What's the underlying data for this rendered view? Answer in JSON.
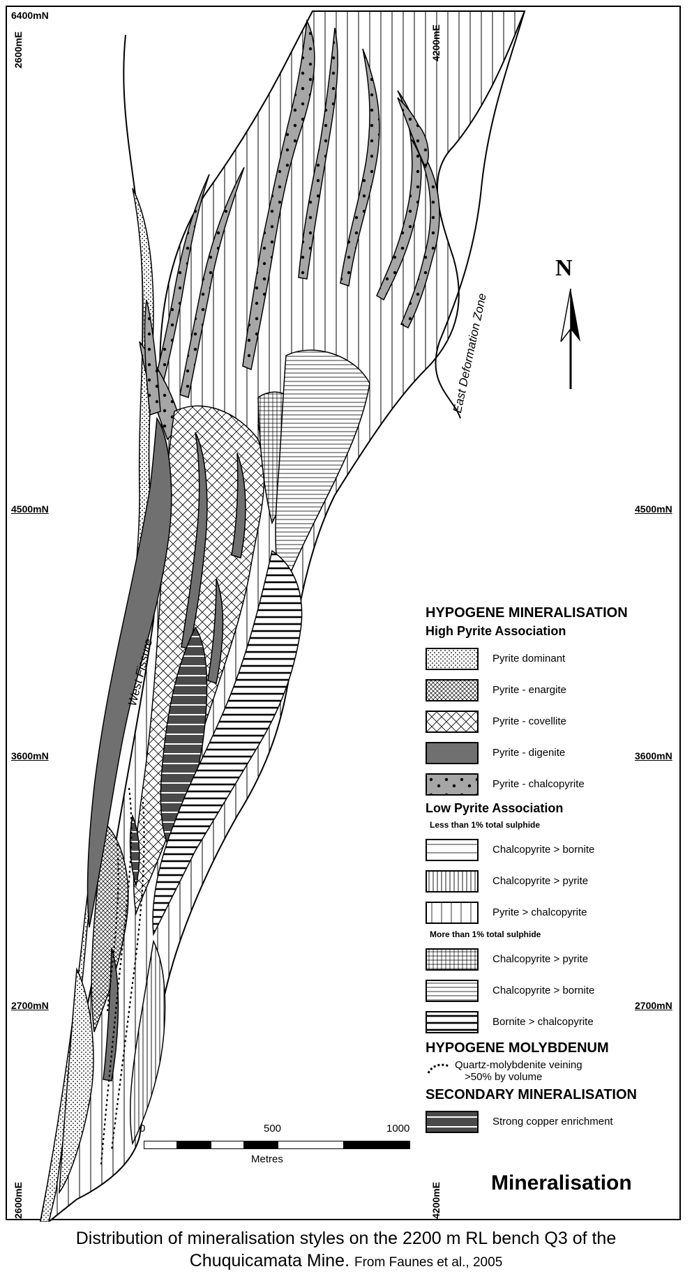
{
  "map": {
    "title": "Mineralisation",
    "grid_labels": {
      "top_left_vertical": "2600mE",
      "top_left_horizontal": "6400mN",
      "top_right_vertical": "4200mE",
      "bottom_left_vertical": "2600mE",
      "bottom_right_vertical": "4200mE",
      "n4500_left": "4500mN",
      "n4500_right": "4500mN",
      "n3600_left": "3600mN",
      "n3600_right": "3600mN",
      "n2700_left": "2700mN",
      "n2700_right": "2700mN"
    },
    "faults": {
      "west": "West Fissure",
      "east": "East Deformation Zone"
    },
    "north_arrow": {
      "label": "N",
      "icon": "north-arrow-icon"
    },
    "scale": {
      "labels": [
        "0",
        "500",
        "1000"
      ],
      "unit": "Metres"
    }
  },
  "legend": {
    "hypogene_title": "HYPOGENE MINERALISATION",
    "high_pyrite_title": "High Pyrite Association",
    "high_pyrite": [
      {
        "label": "Pyrite dominant",
        "pattern": "dots-fine"
      },
      {
        "label": "Pyrite - enargite",
        "pattern": "crosshatch-fine"
      },
      {
        "label": "Pyrite - covellite",
        "pattern": "crosshatch-wide"
      },
      {
        "label": "Pyrite - digenite",
        "pattern": "solid-grey"
      },
      {
        "label": "Pyrite - chalcopyrite",
        "pattern": "grey-dots"
      }
    ],
    "low_pyrite_title": "Low Pyrite Association",
    "less_title": "Less than 1% total sulphide",
    "less": [
      {
        "label": "Chalcopyrite > bornite",
        "pattern": "hlines-wide"
      },
      {
        "label": "Chalcopyrite > pyrite",
        "pattern": "vlines-close"
      },
      {
        "label": "Pyrite > chalcopyrite",
        "pattern": "vlines-wide"
      }
    ],
    "more_title": "More than 1% total sulphide",
    "more": [
      {
        "label": "Chalcopyrite > pyrite",
        "pattern": "grid-fine"
      },
      {
        "label": "Chalcopyrite > bornite",
        "pattern": "hlines-close"
      },
      {
        "label": "Bornite > chalcopyrite",
        "pattern": "hlines-bold"
      }
    ],
    "moly_title": "HYPOGENE MOLYBDENUM",
    "moly_item": "Quartz-molybdenite veining",
    "moly_item2": ">50% by volume",
    "secondary_title": "SECONDARY MINERALISATION",
    "secondary": [
      {
        "label": "Strong copper enrichment",
        "pattern": "dark-hlines"
      }
    ]
  },
  "caption": {
    "main_line1": "Distribution of mineralisation styles on the 2200 m RL bench Q3 of the",
    "main_line2": "Chuquicamata Mine.",
    "source": "From Faunes et al., 2005"
  },
  "colors": {
    "grey": "#a6a6a6",
    "dark_grey": "#707070",
    "enrichment": "#4a4a4a"
  }
}
